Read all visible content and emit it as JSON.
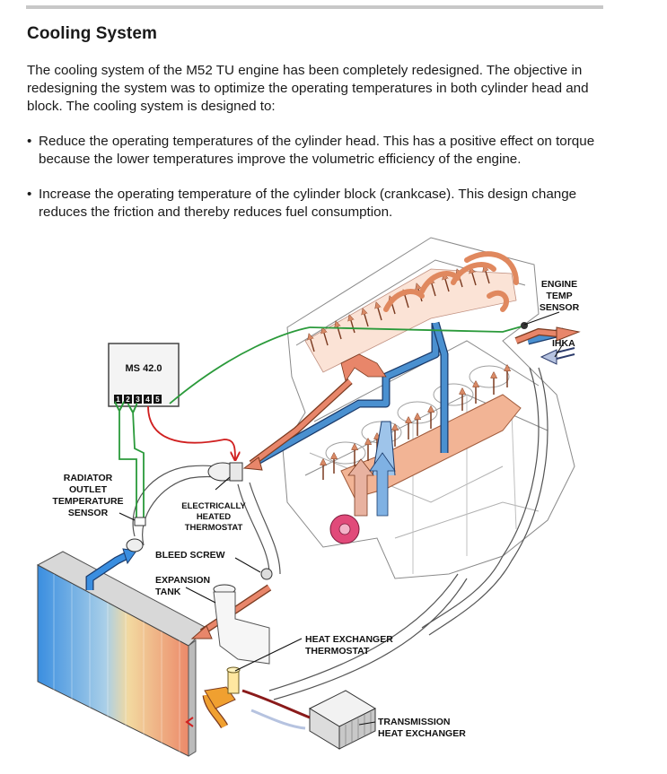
{
  "page": {
    "heading": "Cooling System",
    "intro": "The cooling system of the M52 TU engine has been completely redesigned. The objective in redesigning the system was to optimize the operating temperatures in both cylinder head and block. The cooling system is designed to:",
    "bullet_char": "•",
    "bullets": [
      "Reduce the operating temperatures of the cylinder head. This has a positive effect on torque because the lower temperatures improve the volumetric efficiency of the engine.",
      "Increase the operating temperature of the cylinder block (crankcase). This design change reduces the friction and thereby reduces fuel consumption."
    ]
  },
  "diagram": {
    "ecu": {
      "label": "MS 42.0",
      "pins": [
        "1",
        "2",
        "3",
        "4",
        "5"
      ]
    },
    "labels": {
      "engine_temp_sensor": [
        "ENGINE",
        "TEMP",
        "SENSOR"
      ],
      "ihka": "IHKA",
      "radiator_outlet_sensor": [
        "RADIATOR",
        "OUTLET",
        "TEMPERATURE",
        "SENSOR"
      ],
      "thermostat": [
        "ELECTRICALLY",
        "HEATED",
        "THERMOSTAT"
      ],
      "bleed_screw": "BLEED SCREW",
      "expansion_tank": [
        "EXPANSION",
        "TANK"
      ],
      "heat_exchanger_thermostat": [
        "HEAT EXCHANGER",
        "THERMOSTAT"
      ],
      "transmission_heat_exchanger": [
        "TRANSMISSION",
        "HEAT EXCHANGER"
      ]
    },
    "colors": {
      "hot": "#e8866a",
      "cold": "#4a90d0",
      "signal_green": "#2a9a3a",
      "signal_red": "#d02020",
      "radiator_cold": "#3a8ee0",
      "radiator_hot": "#ec8a6a"
    }
  }
}
